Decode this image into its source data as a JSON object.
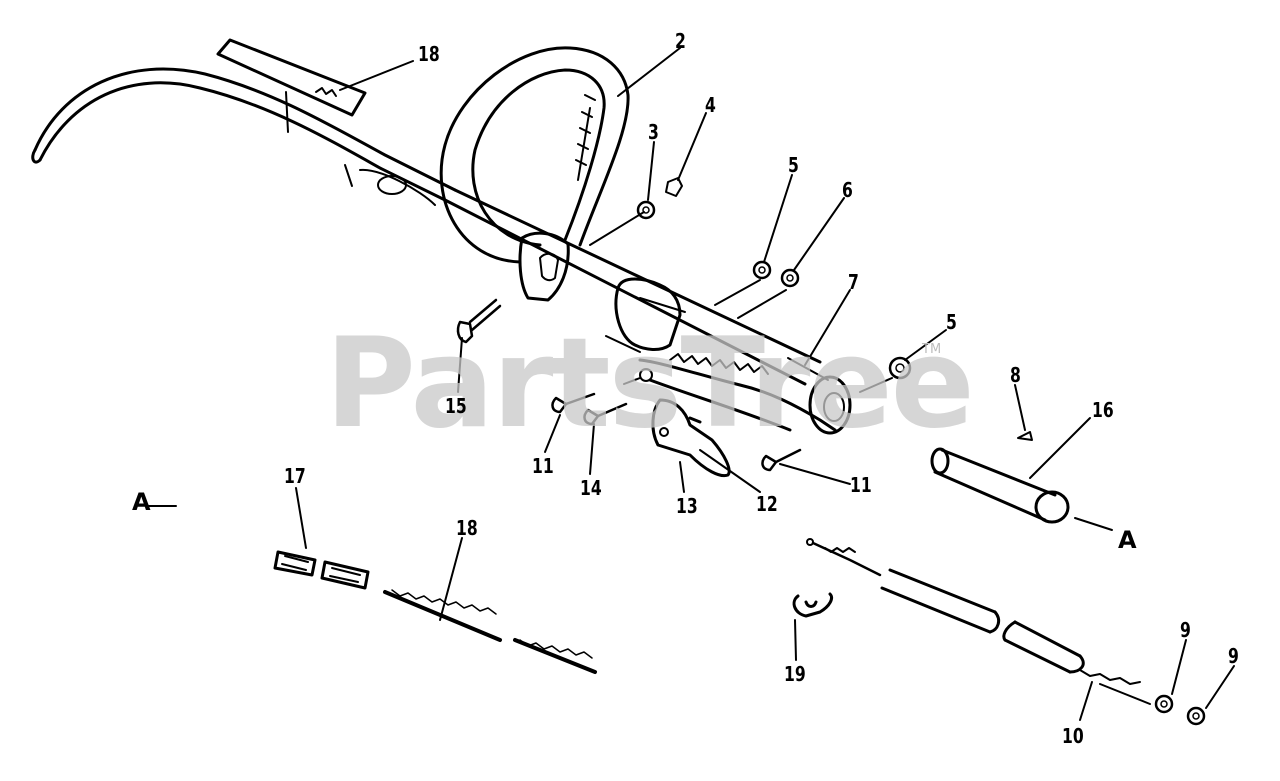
{
  "watermark": "PartsTree",
  "trademark": "TM",
  "callouts": {
    "c18_top": "18",
    "c2": "2",
    "c4": "4",
    "c3": "3",
    "c5a": "5",
    "c6": "6",
    "c7": "7",
    "c5b": "5",
    "c8": "8",
    "c16": "16",
    "c15": "15",
    "c11a": "11",
    "c14": "14",
    "c13": "13",
    "c12": "12",
    "c11b": "11",
    "c17": "17",
    "c18_bottom": "18",
    "c19": "19",
    "c9a": "9",
    "c9b": "9",
    "c10": "10",
    "label_a_left": "A",
    "label_a_right": "A"
  }
}
